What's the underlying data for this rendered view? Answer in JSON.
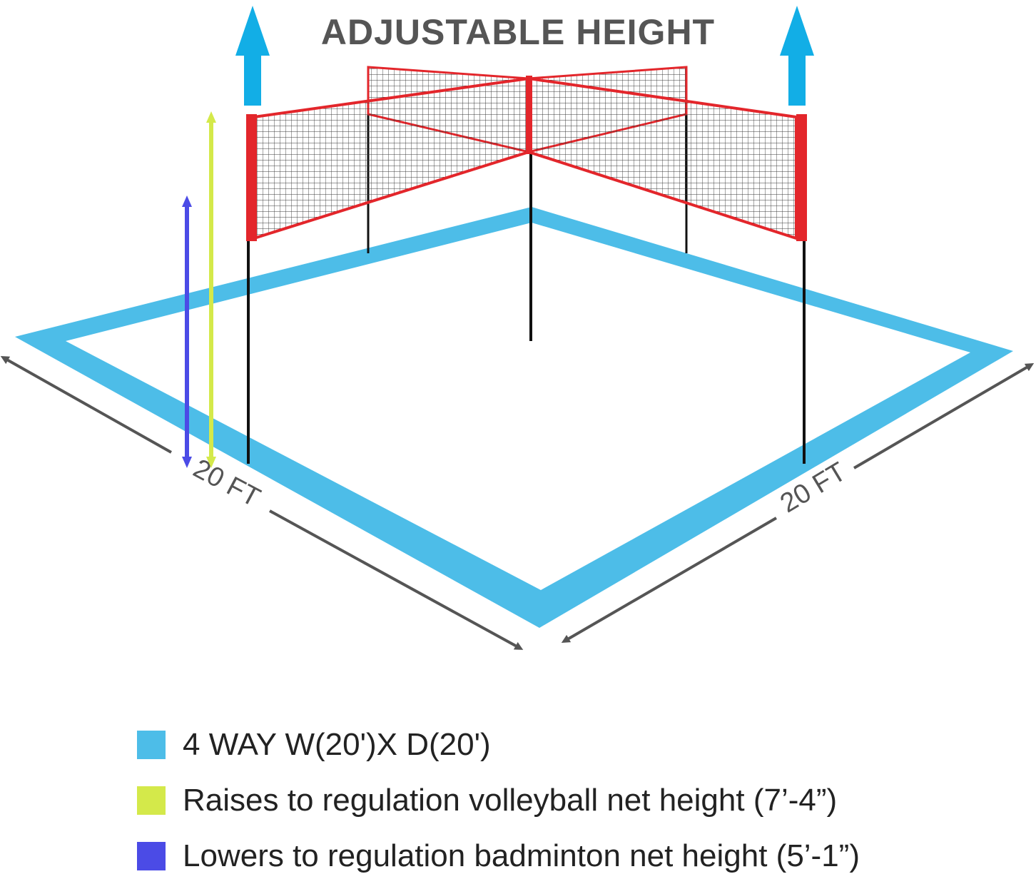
{
  "title": "ADJUSTABLE HEIGHT",
  "dimensions": {
    "left": "20 FT",
    "right": "20 FT"
  },
  "legend": [
    {
      "label": "4 WAY W(20')X D(20')",
      "color": "#4dbde8"
    },
    {
      "label": "Raises to regulation volleyball net height (7’-4”)",
      "color": "#d4e94a"
    },
    {
      "label": "Lowers to regulation badminton net height (5’-1”)",
      "color": "#4b4be6"
    }
  ],
  "colors": {
    "court": "#4dbde8",
    "arrow_up": "#12aee6",
    "net_frame": "#e3262b",
    "net_mesh": "#444444",
    "pole": "#111111",
    "dimension_line": "#555555"
  },
  "icons": [
    "up-arrow-icon",
    "double-arrow-icon"
  ]
}
